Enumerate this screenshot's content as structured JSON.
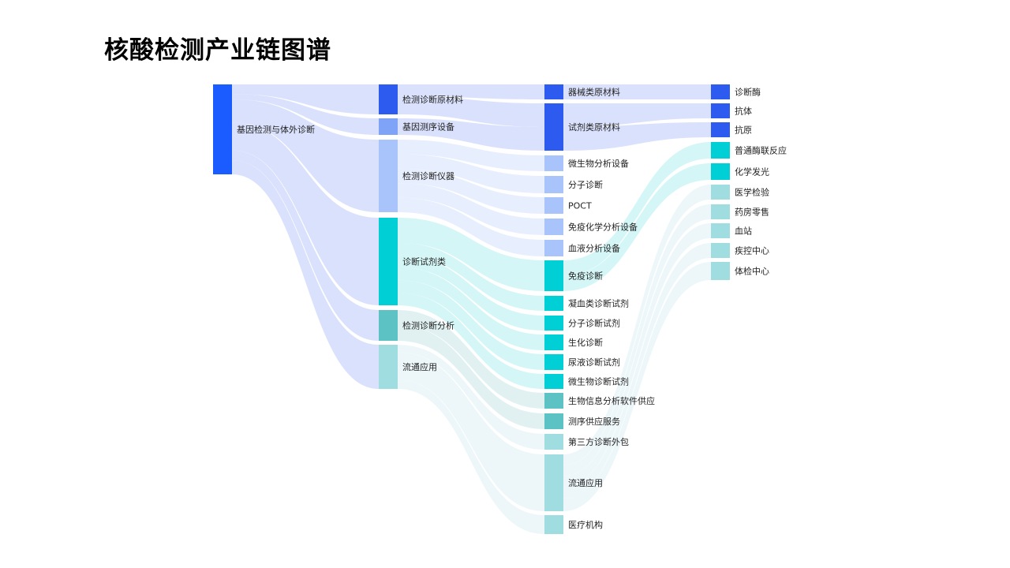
{
  "title": "核酸检测产业链图谱",
  "chart_data": {
    "type": "sankey",
    "nodes": [
      {
        "id": "n0",
        "label": "基因检测与体外诊断",
        "column": 0,
        "color": "#1a5cff"
      },
      {
        "id": "a1",
        "label": "检测诊断原材料",
        "column": 1,
        "color": "#2d5bf0"
      },
      {
        "id": "a2",
        "label": "基因测序设备",
        "column": 1,
        "color": "#7fa3f7"
      },
      {
        "id": "a3",
        "label": "检测诊断仪器",
        "column": 1,
        "color": "#a9c3fb"
      },
      {
        "id": "a4",
        "label": "诊断试剂类",
        "column": 1,
        "color": "#00d0d6"
      },
      {
        "id": "a5",
        "label": "检测诊断分析",
        "column": 1,
        "color": "#5cc2c4"
      },
      {
        "id": "a6",
        "label": "流通应用",
        "column": 1,
        "color": "#a0dde0"
      },
      {
        "id": "b1",
        "label": "器械类原材料",
        "column": 2,
        "color": "#2d5bf0"
      },
      {
        "id": "b2",
        "label": "试剂类原材料",
        "column": 2,
        "color": "#2d5bf0"
      },
      {
        "id": "b3",
        "label": "微生物分析设备",
        "column": 2,
        "color": "#a9c3fb"
      },
      {
        "id": "b4",
        "label": "分子诊断",
        "column": 2,
        "color": "#a9c3fb"
      },
      {
        "id": "b5",
        "label": "POCT",
        "column": 2,
        "color": "#a9c3fb"
      },
      {
        "id": "b6",
        "label": "免疫化学分析设备",
        "column": 2,
        "color": "#a9c3fb"
      },
      {
        "id": "b7",
        "label": "血液分析设备",
        "column": 2,
        "color": "#a9c3fb"
      },
      {
        "id": "b8",
        "label": "免疫诊断",
        "column": 2,
        "color": "#00d0d6"
      },
      {
        "id": "b9",
        "label": "凝血类诊断试剂",
        "column": 2,
        "color": "#00d0d6"
      },
      {
        "id": "b10",
        "label": "分子诊断试剂",
        "column": 2,
        "color": "#00d0d6"
      },
      {
        "id": "b11",
        "label": "生化诊断",
        "column": 2,
        "color": "#00d0d6"
      },
      {
        "id": "b12",
        "label": "尿液诊断试剂",
        "column": 2,
        "color": "#00d0d6"
      },
      {
        "id": "b13",
        "label": "微生物诊断试剂",
        "column": 2,
        "color": "#00d0d6"
      },
      {
        "id": "b14",
        "label": "生物信息分析软件供应",
        "column": 2,
        "color": "#5cc2c4"
      },
      {
        "id": "b15",
        "label": "测序供应服务",
        "column": 2,
        "color": "#5cc2c4"
      },
      {
        "id": "b16",
        "label": "第三方诊断外包",
        "column": 2,
        "color": "#a0dde0"
      },
      {
        "id": "b17",
        "label": "流通应用",
        "column": 2,
        "color": "#a0dde0"
      },
      {
        "id": "b18",
        "label": "医疗机构",
        "column": 2,
        "color": "#a0dde0"
      },
      {
        "id": "c1",
        "label": "诊断酶",
        "column": 3,
        "color": "#2d5bf0"
      },
      {
        "id": "c2",
        "label": "抗体",
        "column": 3,
        "color": "#2d5bf0"
      },
      {
        "id": "c3",
        "label": "抗原",
        "column": 3,
        "color": "#2d5bf0"
      },
      {
        "id": "c4",
        "label": "普通酶联反应",
        "column": 3,
        "color": "#00d0d6"
      },
      {
        "id": "c5",
        "label": "化学发光",
        "column": 3,
        "color": "#00d0d6"
      },
      {
        "id": "c6",
        "label": "医学检验",
        "column": 3,
        "color": "#a0dde0"
      },
      {
        "id": "c7",
        "label": "药房零售",
        "column": 3,
        "color": "#a0dde0"
      },
      {
        "id": "c8",
        "label": "血站",
        "column": 3,
        "color": "#a0dde0"
      },
      {
        "id": "c9",
        "label": "疾控中心",
        "column": 3,
        "color": "#a0dde0"
      },
      {
        "id": "c10",
        "label": "体检中心",
        "column": 3,
        "color": "#a0dde0"
      }
    ],
    "links": [
      {
        "source": "n0",
        "target": "a1",
        "value": 38,
        "color": "#d4dcfb"
      },
      {
        "source": "n0",
        "target": "a2",
        "value": 21,
        "color": "#d4dcfb"
      },
      {
        "source": "n0",
        "target": "a3",
        "value": 92,
        "color": "#d4dcfb"
      },
      {
        "source": "n0",
        "target": "a4",
        "value": 111,
        "color": "#d4dcfb"
      },
      {
        "source": "n0",
        "target": "a5",
        "value": 39,
        "color": "#d4dcfb"
      },
      {
        "source": "n0",
        "target": "a6",
        "value": 56,
        "color": "#d4dcfb"
      },
      {
        "source": "a1",
        "target": "b1",
        "value": 19,
        "color": "#d4dcfb"
      },
      {
        "source": "a1",
        "target": "b2",
        "value": 30,
        "color": "#d4dcfb"
      },
      {
        "source": "a2",
        "target": "b2",
        "value": 30,
        "color": "#d4dcfb"
      },
      {
        "source": "a3",
        "target": "b3",
        "value": 20,
        "color": "#e3ebfd"
      },
      {
        "source": "a3",
        "target": "b4",
        "value": 20,
        "color": "#e3ebfd"
      },
      {
        "source": "a3",
        "target": "b5",
        "value": 20,
        "color": "#e3ebfd"
      },
      {
        "source": "a3",
        "target": "b6",
        "value": 20,
        "color": "#e3ebfd"
      },
      {
        "source": "a3",
        "target": "b7",
        "value": 20,
        "color": "#e3ebfd"
      },
      {
        "source": "a4",
        "target": "b8",
        "value": 39,
        "color": "#ccf4f6"
      },
      {
        "source": "a4",
        "target": "b9",
        "value": 19,
        "color": "#ccf4f6"
      },
      {
        "source": "a4",
        "target": "b10",
        "value": 19,
        "color": "#ccf4f6"
      },
      {
        "source": "a4",
        "target": "b11",
        "value": 20,
        "color": "#ccf4f6"
      },
      {
        "source": "a4",
        "target": "b12",
        "value": 20,
        "color": "#ccf4f6"
      },
      {
        "source": "a4",
        "target": "b13",
        "value": 19,
        "color": "#ccf4f6"
      },
      {
        "source": "a5",
        "target": "b14",
        "value": 20,
        "color": "#dcefef"
      },
      {
        "source": "a5",
        "target": "b15",
        "value": 20,
        "color": "#dcefef"
      },
      {
        "source": "a6",
        "target": "b16",
        "value": 20,
        "color": "#eaf6f8"
      },
      {
        "source": "a6",
        "target": "b17",
        "value": 72,
        "color": "#eaf6f8"
      },
      {
        "source": "a6",
        "target": "b18",
        "value": 24,
        "color": "#eaf6f8"
      },
      {
        "source": "b1",
        "target": "c1",
        "value": 19,
        "color": "#d4dcfb"
      },
      {
        "source": "b2",
        "target": "c2",
        "value": 19,
        "color": "#d4dcfb"
      },
      {
        "source": "b2",
        "target": "c3",
        "value": 19,
        "color": "#d4dcfb"
      },
      {
        "source": "b8",
        "target": "c4",
        "value": 21,
        "color": "#ccf4f6"
      },
      {
        "source": "b8",
        "target": "c5",
        "value": 21,
        "color": "#ccf4f6"
      },
      {
        "source": "b17",
        "target": "c6",
        "value": 19,
        "color": "#eaf6f8"
      },
      {
        "source": "b17",
        "target": "c7",
        "value": 19,
        "color": "#eaf6f8"
      },
      {
        "source": "b17",
        "target": "c8",
        "value": 19,
        "color": "#eaf6f8"
      },
      {
        "source": "b17",
        "target": "c9",
        "value": 19,
        "color": "#eaf6f8"
      },
      {
        "source": "b17",
        "target": "c10",
        "value": 23,
        "color": "#eaf6f8"
      }
    ]
  }
}
